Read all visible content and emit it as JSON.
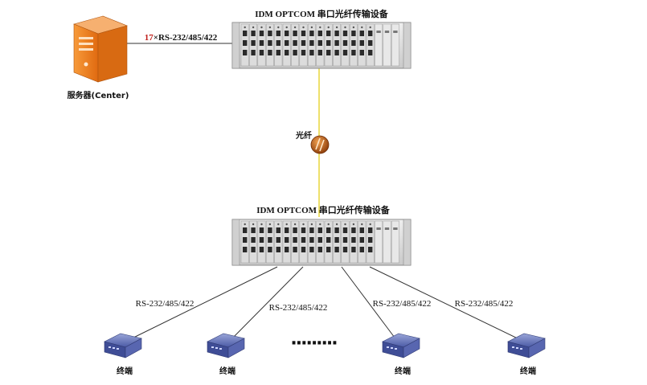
{
  "top_device": {
    "title": "IDM OPTCOM 串口光纤传输设备"
  },
  "bottom_device": {
    "title": "IDM OPTCOM 串口光纤传输设备"
  },
  "server": {
    "label": "服务器(Center)",
    "link_count": "17",
    "link_label": "×RS-232/485/422"
  },
  "fiber": {
    "label": "光纤"
  },
  "links": [
    "RS-232/485/422",
    "RS-232/485/422",
    "RS-232/485/422",
    "RS-232/485/422"
  ],
  "terminals": [
    "终端",
    "终端",
    "终端",
    "终端"
  ],
  "ellipsis": "·········",
  "colors": {
    "fiber_line": "#e8d63a",
    "count_red": "#c0201c",
    "server_orange": "#f07c1a",
    "terminal_blue": "#5a6cb8",
    "rack_body": "#d8d8d8",
    "fiber_icon": "#c25a12"
  }
}
